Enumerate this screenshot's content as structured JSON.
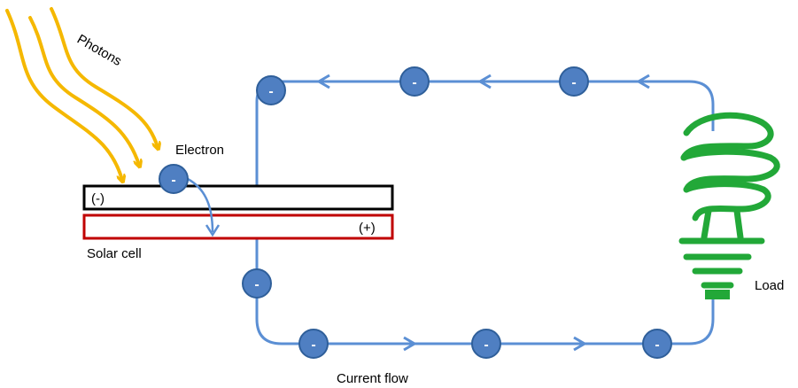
{
  "labels": {
    "photons": "Photons",
    "electron": "Electron",
    "solar_cell": "Solar cell",
    "load": "Load",
    "current_flow": "Current flow",
    "negative_terminal": "(-)",
    "positive_terminal": "(+)"
  },
  "electron_symbol": "-",
  "colors": {
    "wire": "#5b8fd4",
    "electron_fill": "#4f7fc2",
    "electron_stroke": "#2f5f9a",
    "photon": "#f5b800",
    "bulb": "#22a838",
    "negative_layer": "#000000",
    "positive_layer": "#c00000"
  },
  "icons": {
    "photon": "wavy-arrow-icon",
    "load": "cfl-bulb-icon",
    "electron": "minus-circle-icon"
  }
}
